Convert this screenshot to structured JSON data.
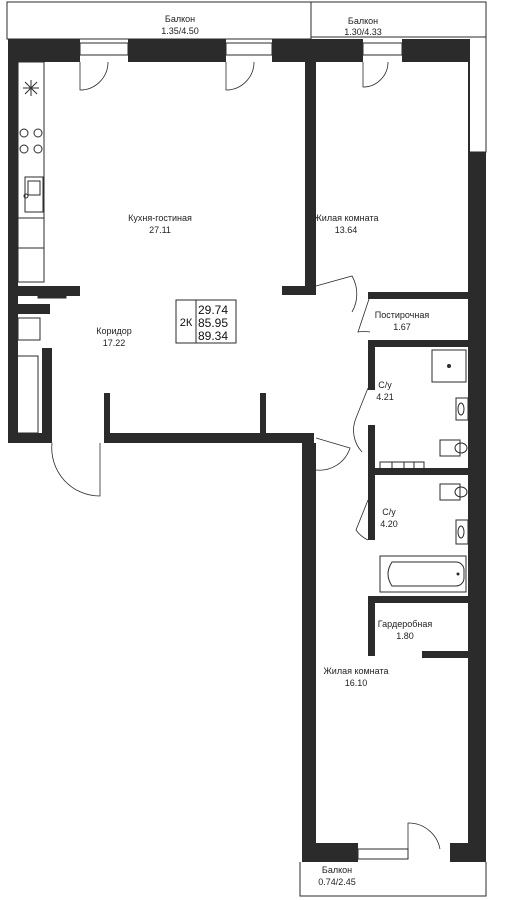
{
  "rooms": [
    {
      "id": "balcony-1",
      "name": "Балкон",
      "area": "1.35/4.50"
    },
    {
      "id": "balcony-2",
      "name": "Балкон",
      "area": "1.30/4.33"
    },
    {
      "id": "kitchen-living",
      "name": "Кухня-гостиная",
      "area": "27.11"
    },
    {
      "id": "bedroom-1",
      "name": "Жилая комната",
      "area": "13.64"
    },
    {
      "id": "corridor",
      "name": "Коридор",
      "area": "17.22"
    },
    {
      "id": "laundry",
      "name": "Постирочная",
      "area": "1.67"
    },
    {
      "id": "bath-1",
      "name": "С/у",
      "area": "4.21"
    },
    {
      "id": "bath-2",
      "name": "С/у",
      "area": "4.20"
    },
    {
      "id": "wardrobe",
      "name": "Гардеробная",
      "area": "1.80"
    },
    {
      "id": "bedroom-2",
      "name": "Жилая комната",
      "area": "16.10"
    },
    {
      "id": "balcony-3",
      "name": "Балкон",
      "area": "0.74/2.45"
    }
  ],
  "summary": {
    "type": "2К",
    "living_area": "29.74",
    "total_area": "85.95",
    "total_with_balconies": "89.34"
  }
}
